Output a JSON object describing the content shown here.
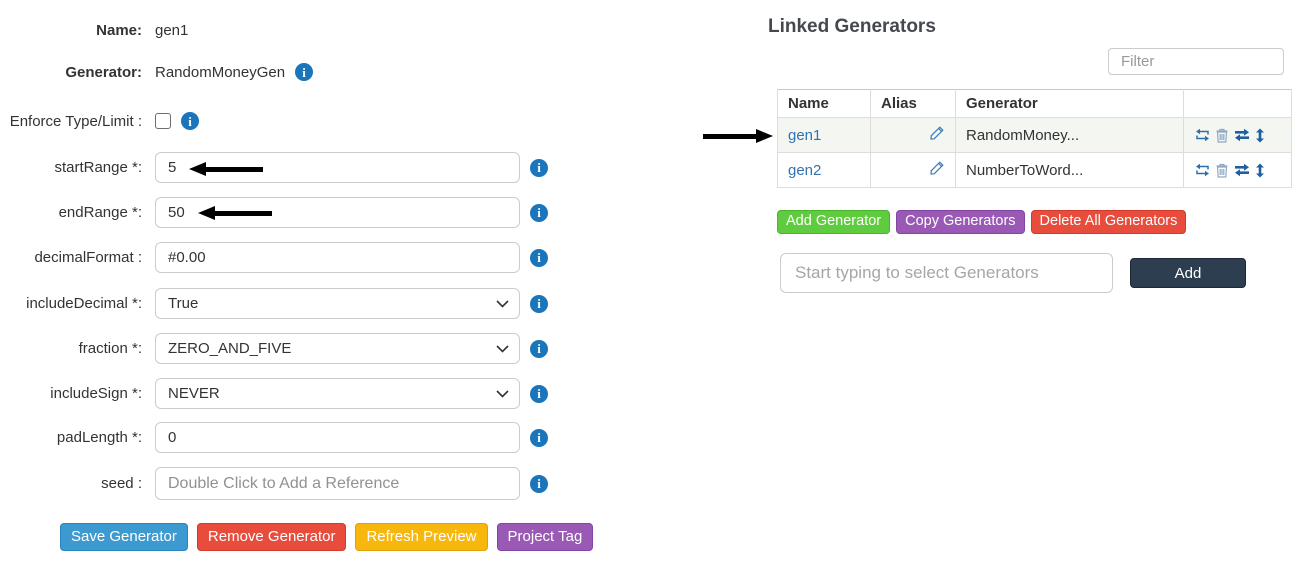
{
  "form": {
    "name_label": "Name:",
    "name_value": "gen1",
    "generator_label": "Generator:",
    "generator_value": "RandomMoneyGen",
    "enforce_label": "Enforce Type/Limit :",
    "fields": {
      "startRange": {
        "label": "startRange *:",
        "value": "5"
      },
      "endRange": {
        "label": "endRange *:",
        "value": "50"
      },
      "decimalFormat": {
        "label": "decimalFormat :",
        "value": "#0.00"
      },
      "includeDecimal": {
        "label": "includeDecimal *:",
        "value": "True"
      },
      "fraction": {
        "label": "fraction *:",
        "value": "ZERO_AND_FIVE"
      },
      "includeSign": {
        "label": "includeSign *:",
        "value": "NEVER"
      },
      "padLength": {
        "label": "padLength *:",
        "value": "0"
      },
      "seed": {
        "label": "seed :",
        "placeholder": "Double Click to Add a Reference"
      }
    },
    "buttons": {
      "save": "Save Generator",
      "remove": "Remove Generator",
      "refresh": "Refresh Preview",
      "project_tag": "Project Tag"
    }
  },
  "linked": {
    "title": "Linked Generators",
    "filter_placeholder": "Filter",
    "table": {
      "headers": [
        "Name",
        "Alias",
        "Generator",
        ""
      ],
      "rows": [
        {
          "name": "gen1",
          "generator": "RandomMoney..."
        },
        {
          "name": "gen2",
          "generator": "NumberToWord..."
        }
      ]
    },
    "buttons": {
      "add_generator": "Add Generator",
      "copy_generators": "Copy Generators",
      "delete_all": "Delete All Generators"
    },
    "select_placeholder": "Start typing to select Generators",
    "add_button": "Add"
  },
  "colors": {
    "info_blue": "#1b75bb",
    "link_blue": "#3272b0",
    "save_blue": "#3d9ad1",
    "danger_red": "#e74c3c",
    "warning_yellow": "#f8b70d",
    "purple": "#9b59b6",
    "green": "#5fcb3f",
    "dark_navy": "#2c3e50",
    "selected_row": "#f3f6f1"
  }
}
